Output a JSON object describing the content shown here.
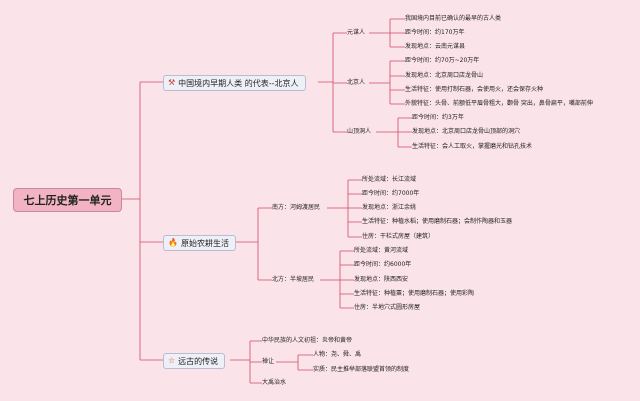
{
  "root": "七上历史第一单元",
  "branches": [
    {
      "label": "中国境内早期人类 的代表--北京人",
      "icon": "tools-icon",
      "children": [
        {
          "label": "元谋人",
          "items": [
            "我国境内目前已确认的最早的古人类",
            "距今时间：约170万年",
            "发现地点：云南元谋县"
          ]
        },
        {
          "label": "北京人",
          "items": [
            "距今时间：约70万~20万年",
            "发现地点：北京周口店龙骨山",
            "生活特征：使用打制石器，会使用火，还会保存火种",
            "外貌特征：头骨、前额低平眉骨粗大，颧骨 突出，鼻骨扁平，嘴部前伸"
          ]
        },
        {
          "label": "山顶洞人",
          "items": [
            "距今时间：约3万年",
            "发现地点：北京周口店龙骨山顶部的洞穴",
            "生活特征：会人工取火，掌握磨光和钻孔技术"
          ]
        }
      ]
    },
    {
      "label": "原始农耕生活",
      "icon": "fire-icon",
      "children": [
        {
          "label": "南方：河姆渡居民",
          "items": [
            "所处流域：长江流域",
            "距今时间：约7000年",
            "发现地点：浙江余姚",
            "生活特征：种植水稻；使用磨制石器；会制作陶器和玉器",
            "住房：干栏式房屋（建筑）"
          ]
        },
        {
          "label": "北方：半坡居民",
          "items": [
            "所处流域：黄河流域",
            "距今时间：约6000年",
            "发现地点：陕西西安",
            "生活特征：种植粟；使用磨制石器；使用彩陶",
            "住房：半地穴式圆形房屋"
          ]
        }
      ]
    },
    {
      "label": "远古的传说",
      "icon": "star-icon",
      "children": [
        {
          "label": "中华民族的人文初祖：炎帝和黄帝",
          "items": []
        },
        {
          "label": "禅让",
          "items": [
            "人物：尧、舜、禹",
            "实质：民主推举部落联盟首领的制度"
          ]
        },
        {
          "label": "大禹治水",
          "items": []
        }
      ]
    }
  ],
  "colors": {
    "background": "#fbe3ea",
    "root": "#f2b4c5",
    "branch": "#eef0f7",
    "line": "#d24a6a"
  }
}
